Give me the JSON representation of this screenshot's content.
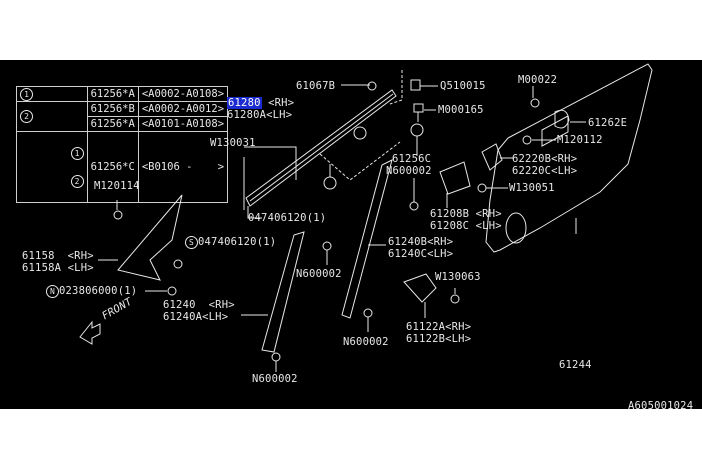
{
  "diagram": {
    "type": "exploded-parts-diagram",
    "reference_code": "A605001024",
    "orientation_label": "FRONT",
    "applicability_table": [
      {
        "markers": [
          "1"
        ],
        "part": "61256*A",
        "range": "<A0002-A0108>"
      },
      {
        "markers": [
          "2"
        ],
        "part": "61256*B",
        "range": "<A0002-A0012>"
      },
      {
        "markers": [],
        "part": "61256*A",
        "range": "<A0101-A0108>"
      },
      {
        "markers": [
          "1",
          "2"
        ],
        "part": "61256*C",
        "range": "<B0106 -    >"
      }
    ],
    "callout_markers": [
      "1",
      "2"
    ],
    "labels": {
      "p61067b": "61067B",
      "q510015": "Q510015",
      "m00022": "M00022",
      "p61280_rh_num": "61280",
      "p61280_rh_side": " <RH>",
      "p61280a_lh": "61280A<LH>",
      "m000165": "M000165",
      "p61262e": "61262E",
      "w130031": "W130031",
      "m120112": "M120112",
      "p61256c": "61256C",
      "n600002_a": "N600002",
      "p62220b": "62220B<RH>",
      "p62220c": "62220C<LH>",
      "w130051": "W130051",
      "m120114": "M120114",
      "p61208b": "61208B <RH>",
      "p61208c": "61208C <LH>",
      "bolt_047406120_a": "047406120(1)",
      "bolt_047406120_b": "047406120(1)",
      "s_marker": "S",
      "p61158": "61158  <RH>",
      "p61158a": "61158A <LH>",
      "n600002_b": "N600002",
      "p61240b": "61240B<RH>",
      "p61240c": "61240C<LH>",
      "w130063": "W130063",
      "n_marker": "N",
      "n023806000": "023806000(1)",
      "p61240": "61240  <RH>",
      "p61240a": "61240A<LH>",
      "p61122a": "61122A<RH>",
      "p61122b": "61122B<LH>",
      "n600002_c": "N600002",
      "n600002_d": "N600002",
      "p61244": "61244"
    },
    "highlighted_part": "61280",
    "colors": {
      "background": "#000000",
      "line": "#e8e8e8",
      "highlight": "#1a2bd0"
    }
  }
}
